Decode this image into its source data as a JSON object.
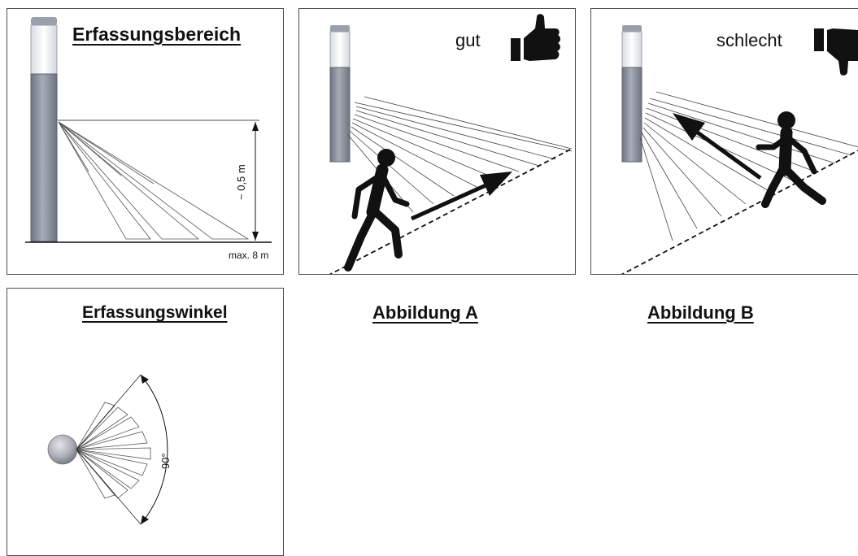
{
  "panel_detection_range": {
    "title": "Erfassungsbereich",
    "height_label": "~ 0,5 m",
    "distance_label": "max. 8 m"
  },
  "panel_good": {
    "label": "gut",
    "icon": "thumbs-up-icon"
  },
  "panel_bad": {
    "label": "schlecht",
    "icon": "thumbs-down-icon"
  },
  "panel_detection_angle": {
    "title": "Erfassungswinkel",
    "angle_label": "90°"
  },
  "captions": {
    "a": "Abbildung A",
    "b": "Abbildung B"
  },
  "colors": {
    "pole_body": "#8f95a2",
    "pole_lamp": "#eef2f6",
    "ink": "#111111"
  }
}
